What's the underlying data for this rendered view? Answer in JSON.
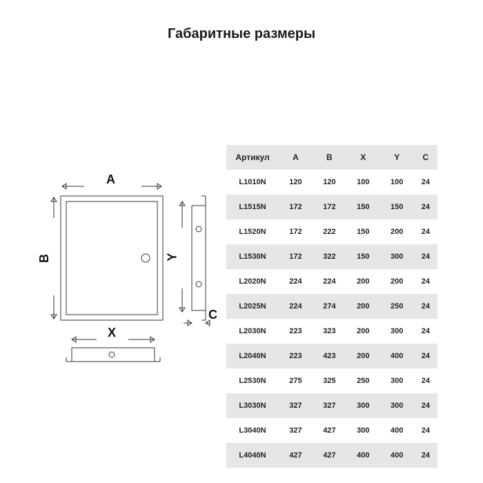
{
  "title": "Габаритные размеры",
  "diagram": {
    "labels": {
      "a": "A",
      "b": "B",
      "x": "X",
      "y": "Y",
      "c": "C"
    }
  },
  "table": {
    "headers": [
      "Артикул",
      "A",
      "B",
      "X",
      "Y",
      "C"
    ],
    "rows": [
      [
        "L1010N",
        "120",
        "120",
        "100",
        "100",
        "24"
      ],
      [
        "L1515N",
        "172",
        "172",
        "150",
        "150",
        "24"
      ],
      [
        "L1520N",
        "172",
        "222",
        "150",
        "200",
        "24"
      ],
      [
        "L1530N",
        "172",
        "322",
        "150",
        "300",
        "24"
      ],
      [
        "L2020N",
        "224",
        "224",
        "200",
        "200",
        "24"
      ],
      [
        "L2025N",
        "224",
        "274",
        "200",
        "250",
        "24"
      ],
      [
        "L2030N",
        "223",
        "323",
        "200",
        "300",
        "24"
      ],
      [
        "L2040N",
        "223",
        "423",
        "200",
        "400",
        "24"
      ],
      [
        "L2530N",
        "275",
        "325",
        "250",
        "300",
        "24"
      ],
      [
        "L3030N",
        "327",
        "327",
        "300",
        "300",
        "24"
      ],
      [
        "L3040N",
        "327",
        "427",
        "300",
        "400",
        "24"
      ],
      [
        "L4040N",
        "427",
        "427",
        "400",
        "400",
        "24"
      ]
    ]
  }
}
